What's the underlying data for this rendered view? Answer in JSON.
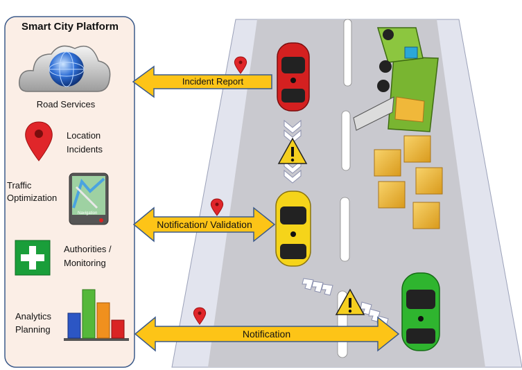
{
  "panel": {
    "title": "Smart City Platform",
    "road_services": "Road Services",
    "location_incidents_line1": "Location",
    "location_incidents_line2": "Incidents",
    "traffic_line1": "Traffic",
    "traffic_line2": "Optimization",
    "navigation_label": "Navigation",
    "authorities_line1": "Authorities /",
    "authorities_line2": "Monitoring",
    "analytics_line1": "Analytics",
    "analytics_line2": "Planning"
  },
  "arrows": {
    "incident_report": "Incident Report",
    "notification_validation": "Notification/ Validation",
    "notification": "Notification"
  },
  "colors": {
    "panel_bg": "#fbeee6",
    "panel_border": "#3b5a8a",
    "road": "#c9c9cf",
    "road_edge": "#e2e4ee",
    "arrow_fill": "#fdc417",
    "car_red": "#d42020",
    "car_yellow": "#f5d41a",
    "car_green": "#2fb52f",
    "truck": "#79b531",
    "box": "#f0b83a"
  }
}
